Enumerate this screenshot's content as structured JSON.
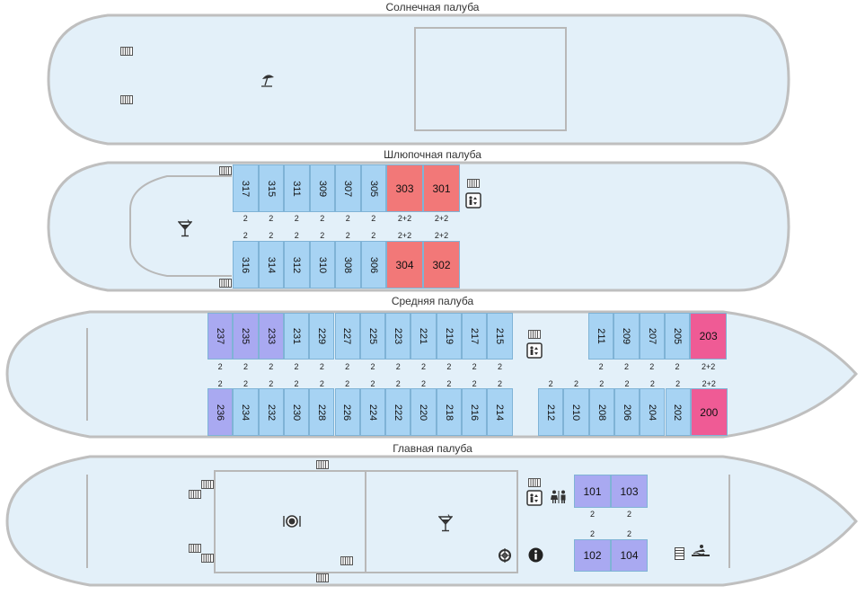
{
  "colors": {
    "hull_fill": "#e3f0f9",
    "hull_stroke": "#bfbfbf",
    "cabin_blue": "#a7d3f3",
    "cabin_purple": "#a9a9f1",
    "cabin_red": "#f27878",
    "cabin_pink": "#ef5b95"
  },
  "decks": {
    "sun": {
      "title": "Солнечная палуба"
    },
    "boat": {
      "title": "Шлюпочная палуба"
    },
    "middle": {
      "title": "Средняя палуба"
    },
    "main": {
      "title": "Главная палуба"
    }
  },
  "boat_cabins": {
    "top": [
      {
        "num": "317",
        "cap": "2",
        "cat": "blue"
      },
      {
        "num": "315",
        "cap": "2",
        "cat": "blue"
      },
      {
        "num": "311",
        "cap": "2",
        "cat": "blue"
      },
      {
        "num": "309",
        "cap": "2",
        "cat": "blue"
      },
      {
        "num": "307",
        "cap": "2",
        "cat": "blue"
      },
      {
        "num": "305",
        "cap": "2",
        "cat": "blue"
      },
      {
        "num": "303",
        "cap": "2+2",
        "cat": "red"
      },
      {
        "num": "301",
        "cap": "2+2",
        "cat": "red"
      }
    ],
    "bottom": [
      {
        "num": "316",
        "cap": "2",
        "cat": "blue"
      },
      {
        "num": "314",
        "cap": "2",
        "cat": "blue"
      },
      {
        "num": "312",
        "cap": "2",
        "cat": "blue"
      },
      {
        "num": "310",
        "cap": "2",
        "cat": "blue"
      },
      {
        "num": "308",
        "cap": "2",
        "cat": "blue"
      },
      {
        "num": "306",
        "cap": "2",
        "cat": "blue"
      },
      {
        "num": "304",
        "cap": "2+2",
        "cat": "red"
      },
      {
        "num": "302",
        "cap": "2+2",
        "cat": "red"
      }
    ]
  },
  "middle_cabins": {
    "top_left": [
      {
        "num": "237",
        "cap": "2",
        "cat": "purple"
      },
      {
        "num": "235",
        "cap": "2",
        "cat": "purple"
      },
      {
        "num": "233",
        "cap": "2",
        "cat": "purple"
      },
      {
        "num": "231",
        "cap": "2",
        "cat": "blue"
      },
      {
        "num": "229",
        "cap": "2",
        "cat": "blue"
      },
      {
        "num": "227",
        "cap": "2",
        "cat": "blue"
      },
      {
        "num": "225",
        "cap": "2",
        "cat": "blue"
      },
      {
        "num": "223",
        "cap": "2",
        "cat": "blue"
      },
      {
        "num": "221",
        "cap": "2",
        "cat": "blue"
      },
      {
        "num": "219",
        "cap": "2",
        "cat": "blue"
      },
      {
        "num": "217",
        "cap": "2",
        "cat": "blue"
      },
      {
        "num": "215",
        "cap": "2",
        "cat": "blue"
      }
    ],
    "top_right": [
      {
        "num": "211",
        "cap": "2",
        "cat": "blue"
      },
      {
        "num": "209",
        "cap": "2",
        "cat": "blue"
      },
      {
        "num": "207",
        "cap": "2",
        "cat": "blue"
      },
      {
        "num": "205",
        "cap": "2",
        "cat": "blue"
      },
      {
        "num": "203",
        "cap": "2+2",
        "cat": "pink"
      }
    ],
    "bottom_left": [
      {
        "num": "236",
        "cap": "2",
        "cat": "purple"
      },
      {
        "num": "234",
        "cap": "2",
        "cat": "blue"
      },
      {
        "num": "232",
        "cap": "2",
        "cat": "blue"
      },
      {
        "num": "230",
        "cap": "2",
        "cat": "blue"
      },
      {
        "num": "228",
        "cap": "2",
        "cat": "blue"
      },
      {
        "num": "226",
        "cap": "2",
        "cat": "blue"
      },
      {
        "num": "224",
        "cap": "2",
        "cat": "blue"
      },
      {
        "num": "222",
        "cap": "2",
        "cat": "blue"
      },
      {
        "num": "220",
        "cap": "2",
        "cat": "blue"
      },
      {
        "num": "218",
        "cap": "2",
        "cat": "blue"
      },
      {
        "num": "216",
        "cap": "2",
        "cat": "blue"
      },
      {
        "num": "214",
        "cap": "2",
        "cat": "blue"
      }
    ],
    "bottom_right": [
      {
        "num": "212",
        "cap": "2",
        "cat": "blue"
      },
      {
        "num": "210",
        "cap": "2",
        "cat": "blue"
      },
      {
        "num": "208",
        "cap": "2",
        "cat": "blue"
      },
      {
        "num": "206",
        "cap": "2",
        "cat": "blue"
      },
      {
        "num": "204",
        "cap": "2",
        "cat": "blue"
      },
      {
        "num": "202",
        "cap": "2",
        "cat": "blue"
      },
      {
        "num": "200",
        "cap": "2+2",
        "cat": "pink"
      }
    ]
  },
  "main_cabins": {
    "top": [
      {
        "num": "101",
        "cap": "2",
        "cat": "purple"
      },
      {
        "num": "103",
        "cap": "2",
        "cat": "purple"
      }
    ],
    "bottom": [
      {
        "num": "102",
        "cap": "2",
        "cat": "purple"
      },
      {
        "num": "104",
        "cap": "2",
        "cat": "purple"
      }
    ]
  },
  "icons": [
    "stairs-icon",
    "beach-umbrella-icon",
    "cocktail-bar-icon",
    "elevator-icon",
    "restaurant-icon",
    "restroom-icon",
    "info-icon",
    "life-buoy-icon",
    "sauna-icon",
    "shelf-icon"
  ]
}
